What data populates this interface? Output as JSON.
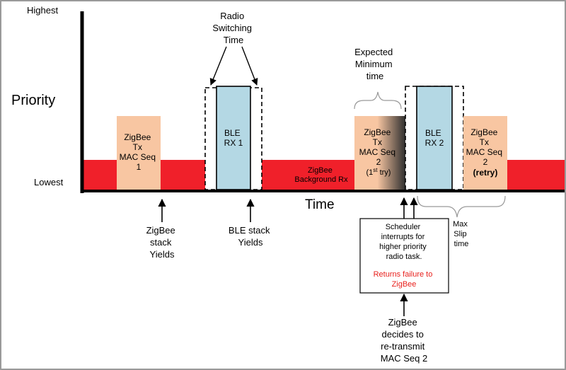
{
  "axis": {
    "y_title": "Priority",
    "x_title": "Time",
    "highest": "Highest",
    "lowest": "Lowest"
  },
  "colors": {
    "background_rx": "#f0202a",
    "zigbee_block": "#f8c6a2",
    "ble_block": "#b4d8e4",
    "failure_text": "#e8201c"
  },
  "blocks": {
    "zigbee_tx_1": [
      "ZigBee",
      "Tx",
      "MAC Seq",
      "1"
    ],
    "ble_rx_1": [
      "BLE",
      "RX 1"
    ],
    "background_rx": [
      "ZigBee",
      "Background Rx"
    ],
    "zigbee_tx_2_try": {
      "lines": [
        "ZigBee",
        "Tx",
        "MAC Seq",
        "2"
      ],
      "try_prefix": "(1",
      "try_sup": "st",
      "try_suffix": " try)"
    },
    "ble_rx_2": [
      "BLE",
      "RX 2"
    ],
    "zigbee_tx_2_retry": {
      "lines": [
        "ZigBee",
        "Tx",
        "MAC Seq",
        "2"
      ],
      "retry": "(retry)"
    }
  },
  "annotations": {
    "radio_switching": [
      "Radio",
      "Switching",
      "Time"
    ],
    "expected_minimum": [
      "Expected",
      "Minimum",
      "time"
    ],
    "zigbee_yields": [
      "ZigBee",
      "stack",
      "Yields"
    ],
    "ble_yields": [
      "BLE stack",
      "Yields"
    ],
    "max_slip": [
      "Max",
      "Slip",
      "time"
    ],
    "scheduler": [
      "Scheduler",
      "interrupts for",
      "higher priority",
      "radio task."
    ],
    "returns_failure": [
      "Returns failure to",
      "ZigBee"
    ],
    "retransmit": [
      "ZigBee",
      "decides to",
      "re-transmit",
      "MAC Seq 2"
    ]
  }
}
